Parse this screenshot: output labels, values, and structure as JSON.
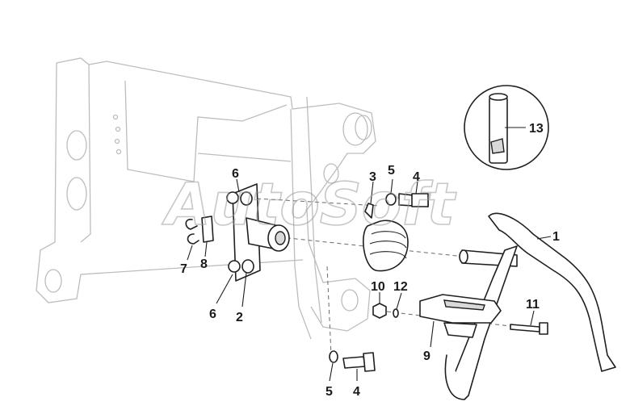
{
  "watermark": "AutoSoft",
  "callouts": [
    {
      "id": "c1",
      "text": "1"
    },
    {
      "id": "c2",
      "text": "2"
    },
    {
      "id": "c3",
      "text": "3"
    },
    {
      "id": "c4a",
      "text": "4"
    },
    {
      "id": "c4b",
      "text": "4"
    },
    {
      "id": "c5a",
      "text": "5"
    },
    {
      "id": "c5b",
      "text": "5"
    },
    {
      "id": "c6a",
      "text": "6"
    },
    {
      "id": "c6b",
      "text": "6"
    },
    {
      "id": "c7",
      "text": "7"
    },
    {
      "id": "c8",
      "text": "8"
    },
    {
      "id": "c9",
      "text": "9"
    },
    {
      "id": "c10",
      "text": "10"
    },
    {
      "id": "c11",
      "text": "11"
    },
    {
      "id": "c12",
      "text": "12"
    },
    {
      "id": "c13",
      "text": "13"
    }
  ]
}
